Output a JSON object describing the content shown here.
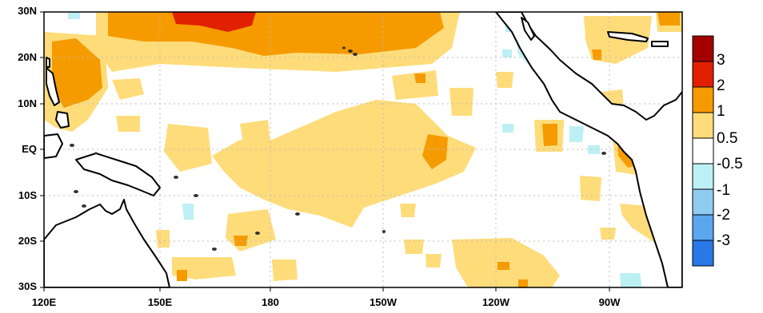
{
  "map": {
    "lat_labels": [
      "30N",
      "20N",
      "10N",
      "EQ",
      "10S",
      "20S",
      "30S"
    ],
    "lon_labels": [
      "120E",
      "150E",
      "180",
      "150W",
      "120W",
      "90W"
    ],
    "extent": {
      "lon": [
        120,
        285
      ],
      "lat": [
        -30,
        30
      ]
    }
  },
  "colorbar": {
    "labels": [
      "3",
      "2",
      "1",
      "0.5",
      "-0.5",
      "-1",
      "-2",
      "-3"
    ],
    "colors": [
      "#a50000",
      "#e02000",
      "#f59b00",
      "#fedc7a",
      "#ffffff",
      "#bdf0f5",
      "#8fccf0",
      "#5aa7ee",
      "#2a78e8"
    ]
  },
  "colors": {
    "land": "#ffffff",
    "coast": "#000000",
    "ocean_neutral": "#ffffff",
    "grid": "#bbbbbb"
  }
}
